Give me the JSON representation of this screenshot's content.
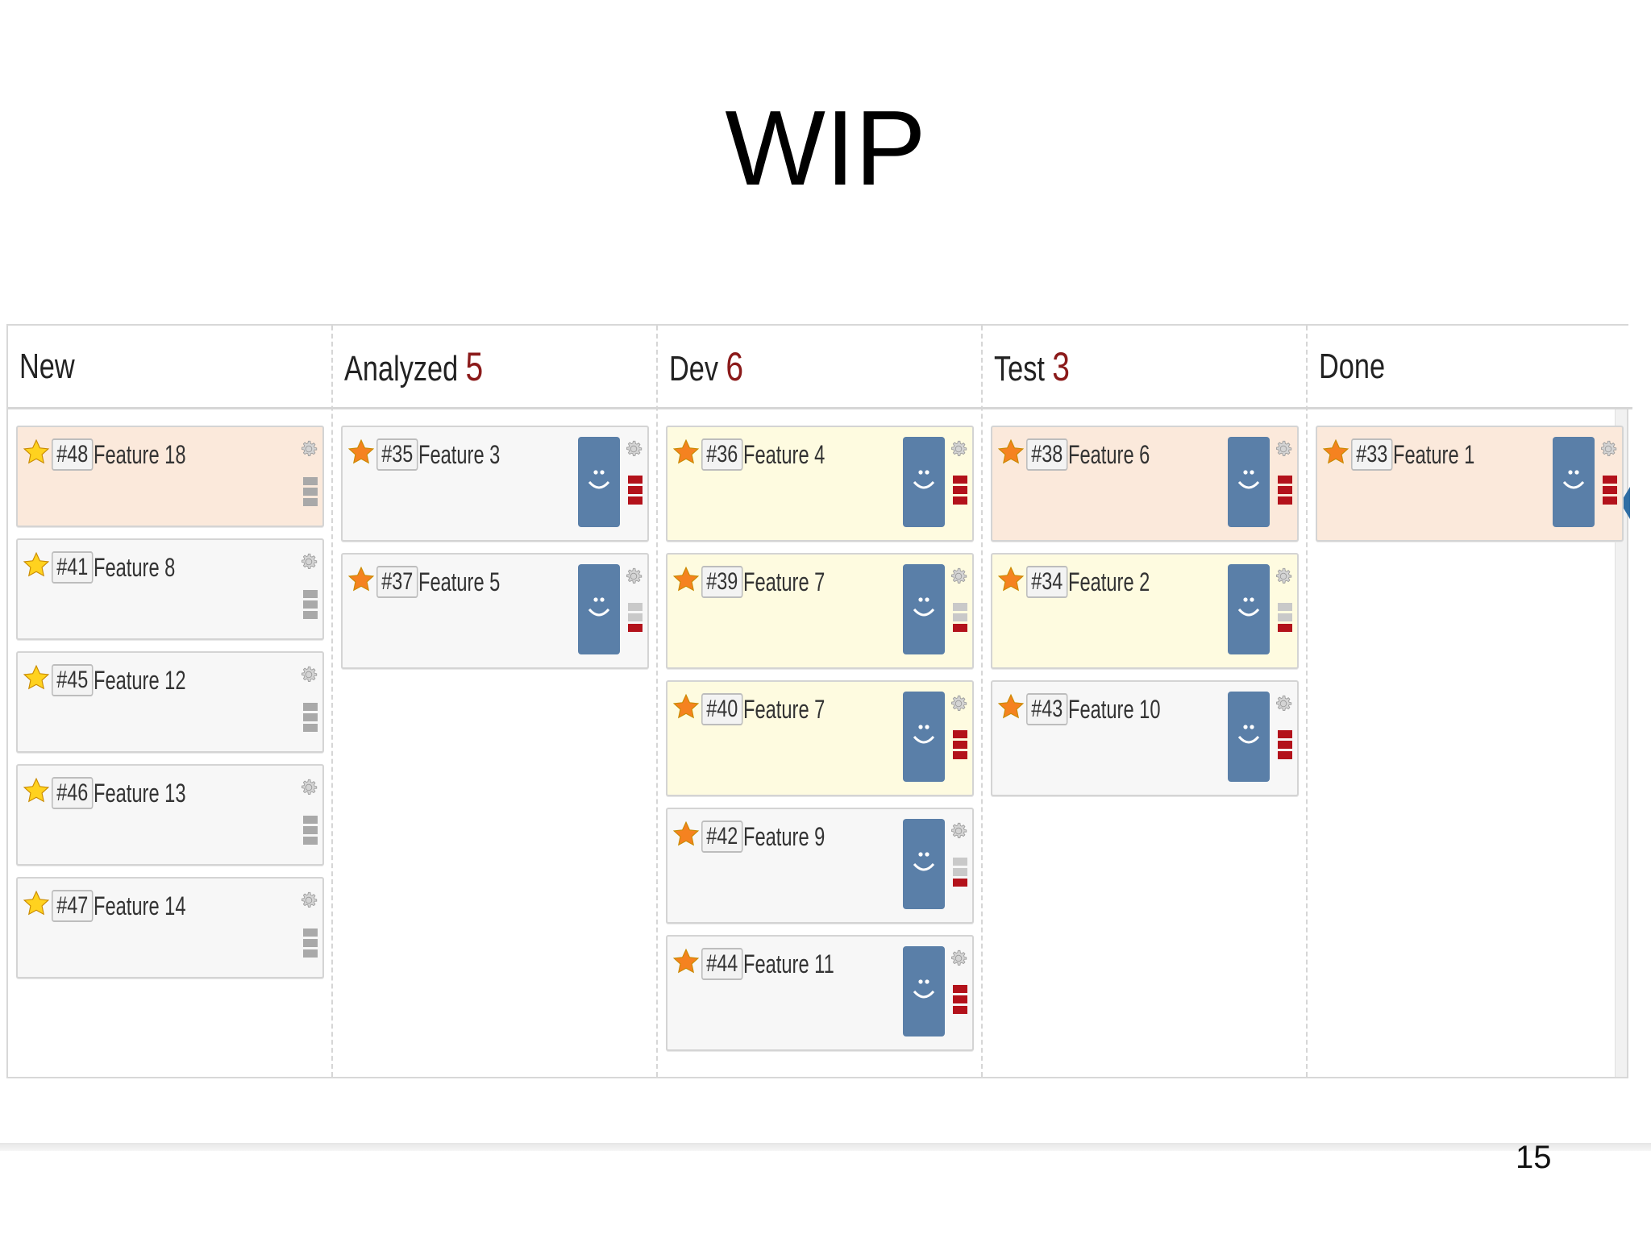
{
  "slide": {
    "title": "WIP",
    "page_number": "15"
  },
  "columns": [
    {
      "title": "New",
      "wip": "",
      "cards": [
        {
          "id": "#48",
          "title": "Feature 18",
          "color": "orange",
          "avatar": false
        },
        {
          "id": "#41",
          "title": "Feature 8",
          "color": "white",
          "avatar": false
        },
        {
          "id": "#45",
          "title": "Feature 12",
          "color": "white",
          "avatar": false
        },
        {
          "id": "#46",
          "title": "Feature 13",
          "color": "white",
          "avatar": false
        },
        {
          "id": "#47",
          "title": "Feature 14",
          "color": "white",
          "avatar": false
        }
      ]
    },
    {
      "title": "Analyzed",
      "wip": "5",
      "cards": [
        {
          "id": "#35",
          "title": "Feature 3",
          "color": "white",
          "avatar": true
        },
        {
          "id": "#37",
          "title": "Feature 5",
          "color": "white",
          "avatar": true
        }
      ]
    },
    {
      "title": "Dev",
      "wip": "6",
      "cards": [
        {
          "id": "#36",
          "title": "Feature 4",
          "color": "yellow",
          "avatar": true
        },
        {
          "id": "#39",
          "title": "Feature 7",
          "color": "yellow",
          "avatar": true
        },
        {
          "id": "#40",
          "title": "Feature 7",
          "color": "yellow",
          "avatar": true
        },
        {
          "id": "#42",
          "title": "Feature 9",
          "color": "white",
          "avatar": true
        },
        {
          "id": "#44",
          "title": "Feature 11",
          "color": "white",
          "avatar": true
        }
      ]
    },
    {
      "title": "Test",
      "wip": "3",
      "cards": [
        {
          "id": "#38",
          "title": "Feature 6",
          "color": "orange",
          "avatar": true
        },
        {
          "id": "#34",
          "title": "Feature 2",
          "color": "yellow",
          "avatar": true
        },
        {
          "id": "#43",
          "title": "Feature 10",
          "color": "white",
          "avatar": true
        }
      ]
    },
    {
      "title": "Done",
      "wip": "",
      "cards": [
        {
          "id": "#33",
          "title": "Feature 1",
          "color": "orange",
          "avatar": true
        }
      ]
    }
  ],
  "colors": {
    "wip_count": "#8b1a1a",
    "avatar": "#5a7fa8",
    "blocker": "#b3121b",
    "star_yellow": "#ffd21f",
    "star_orange": "#f58220"
  }
}
